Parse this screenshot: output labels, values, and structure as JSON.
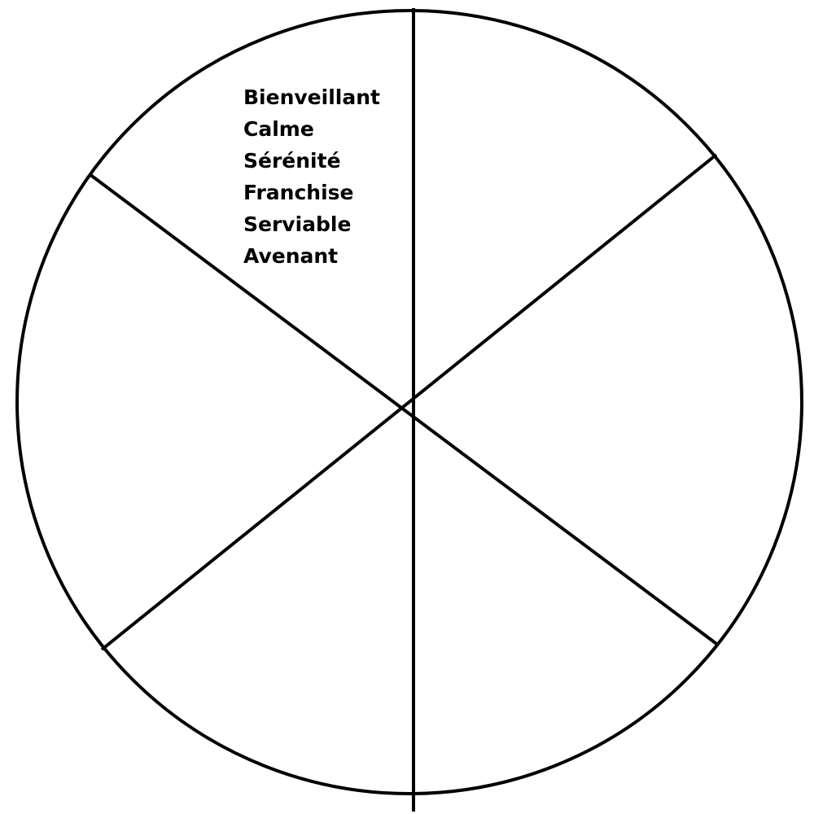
{
  "diagram": {
    "segments": 6,
    "stroke_color": "#000000",
    "background_color": "#ffffff"
  },
  "sector_words": {
    "top_left": [
      "Bienveillant",
      "Calme",
      "Sérénité",
      "Franchise",
      "Serviable",
      "Avenant"
    ]
  }
}
